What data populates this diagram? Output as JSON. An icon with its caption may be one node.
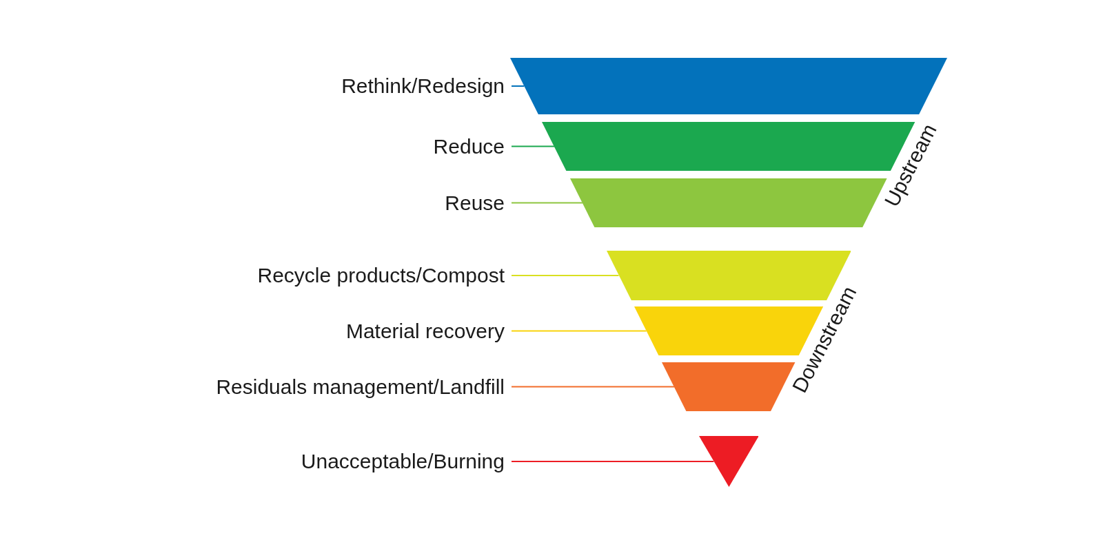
{
  "diagram": {
    "nodes": [
      {
        "text": [
          "Rethink/Redesign"
        ]
      },
      {
        "text": [],
        "shape": "trapezoid"
      },
      {
        "text": [
          "Reduce"
        ]
      },
      {
        "text": [],
        "shape": "trapezoid"
      },
      {
        "text": [
          "Reuse"
        ]
      },
      {
        "text": [],
        "shape": "trapezoid"
      },
      {
        "text": [
          "Recycle products/Compost"
        ]
      },
      {
        "text": [],
        "shape": "trapezoid"
      },
      {
        "text": [
          "Material recovery"
        ]
      },
      {
        "text": [],
        "shape": "trapezoid"
      },
      {
        "text": [
          "Residuals management/Landfill"
        ]
      },
      {
        "text": [],
        "shape": "trapezoid"
      },
      {
        "text": [
          "Unacceptable/Burning"
        ]
      },
      {
        "text": [],
        "shape": "triangle"
      }
    ],
    "edges": [
      {
        "from": 0,
        "to": 1,
        "arrow": "none",
        "color": "#0372bb"
      },
      {
        "from": 2,
        "to": 3,
        "arrow": "none",
        "color": "#1ba84f"
      },
      {
        "from": 4,
        "to": 5,
        "arrow": "none",
        "color": "#8dc63f"
      },
      {
        "from": 6,
        "to": 7,
        "arrow": "none",
        "color": "#d9e021"
      },
      {
        "from": 8,
        "to": 9,
        "arrow": "none",
        "color": "#f9d40b"
      },
      {
        "from": 10,
        "to": 11,
        "arrow": "none",
        "color": "#f26d2a"
      },
      {
        "from": 12,
        "to": 13,
        "arrow": "none",
        "color": "#ed1c24"
      }
    ],
    "labels": [
      "Upstream",
      "Downstream"
    ]
  }
}
